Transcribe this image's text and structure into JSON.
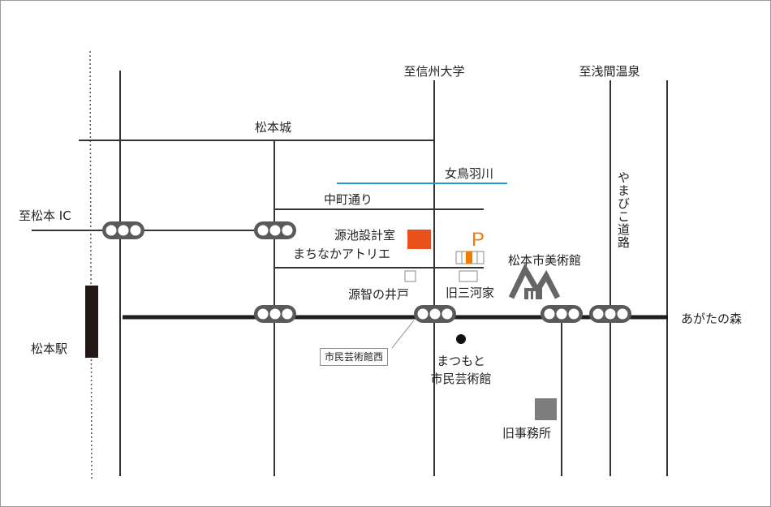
{
  "colors": {
    "road": "#333333",
    "main_road": "#1e1e1e",
    "river": "#1e9bd7",
    "destination": "#e8501c",
    "parking_accent": "#ef7d00",
    "station": "#231815",
    "signal_body": "#5a5a5a",
    "old_office": "#7d7d7d",
    "museum_logo": "#666666"
  },
  "icons": {
    "signal": "traffic-signal-icon",
    "museum": "museum-mountain-icon",
    "parking": "parking-icon",
    "destination": "destination-square-icon"
  },
  "labels": {
    "to_shinshu_univ": "至信州大学",
    "to_asama_onsen": "至浅間温泉",
    "matsumoto_castle": "松本城",
    "metoba_river": "女鳥羽川",
    "nakamachi": "中町通り",
    "to_matsumoto_ic": "至松本 IC",
    "yamabiko_road": "やまびこ道路",
    "destination_line1": "源池設計室",
    "destination_line2": "まちなかアトリエ",
    "parking": "P",
    "art_museum": "松本市美術館",
    "genchi_well": "源智の井戸",
    "kyu_mikawaya": "旧三河家",
    "matsumoto_station": "松本駅",
    "agata_forest": "あがたの森",
    "bus_stop": "市民芸術館西",
    "performing_arts": "まつもと\n市民芸術館",
    "old_office": "旧事務所"
  }
}
